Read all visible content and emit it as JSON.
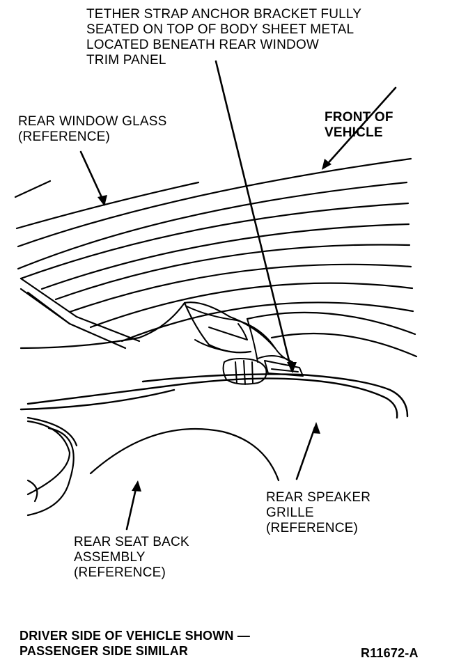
{
  "figure_code": "R11672-A",
  "callouts": {
    "tether": [
      "TETHER STRAP ANCHOR BRACKET FULLY",
      "SEATED ON TOP OF BODY SHEET METAL",
      "LOCATED BENEATH REAR WINDOW",
      "TRIM PANEL"
    ],
    "glass": [
      "REAR WINDOW GLASS",
      "(REFERENCE)"
    ],
    "front": [
      "FRONT OF",
      "VEHICLE"
    ],
    "grille": [
      "REAR SPEAKER",
      "GRILLE",
      "(REFERENCE)"
    ],
    "seat": [
      "REAR SEAT BACK",
      "ASSEMBLY",
      "(REFERENCE)"
    ]
  },
  "note": [
    "DRIVER SIDE OF VEHICLE SHOWN —",
    "PASSENGER SIDE SIMILAR"
  ],
  "colors": {
    "ink": "#000000",
    "paper": "#ffffff"
  }
}
